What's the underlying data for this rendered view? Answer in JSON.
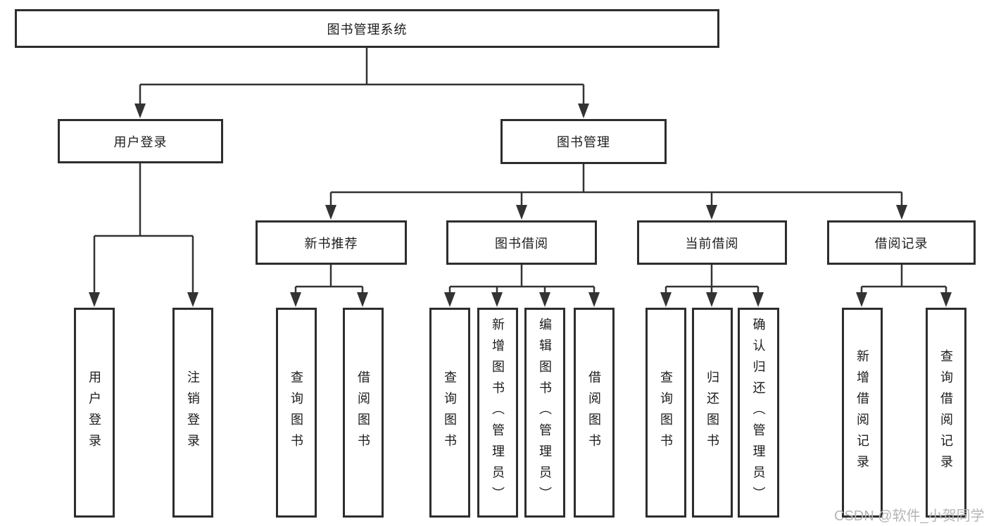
{
  "diagram_type": "functional-structure-tree",
  "tree": {
    "label": "图书管理系统",
    "children": [
      {
        "label": "用户登录",
        "children": [
          {
            "label": "用户登录"
          },
          {
            "label": "注销登录"
          }
        ]
      },
      {
        "label": "图书管理",
        "children": [
          {
            "label": "新书推荐",
            "children": [
              {
                "label": "查询图书"
              },
              {
                "label": "借阅图书"
              }
            ]
          },
          {
            "label": "图书借阅",
            "children": [
              {
                "label": "查询图书"
              },
              {
                "label": "新增图书（管理员）"
              },
              {
                "label": "编辑图书（管理员）"
              },
              {
                "label": "借阅图书"
              }
            ]
          },
          {
            "label": "当前借阅",
            "children": [
              {
                "label": "查询图书"
              },
              {
                "label": "归还图书"
              },
              {
                "label": "确认归还（管理员）"
              }
            ]
          },
          {
            "label": "借阅记录",
            "children": [
              {
                "label": "新增借阅记录"
              },
              {
                "label": "查询借阅记录"
              }
            ]
          }
        ]
      }
    ]
  },
  "watermark": {
    "text": "CSDN @软件_小贺同学"
  },
  "colors": {
    "line": "#333333",
    "box_border": "#2d2d2d",
    "box_background": "#ffffff",
    "text": "#1c1c1c",
    "watermark": "#b5b5b5",
    "page_background": "#ffffff"
  }
}
